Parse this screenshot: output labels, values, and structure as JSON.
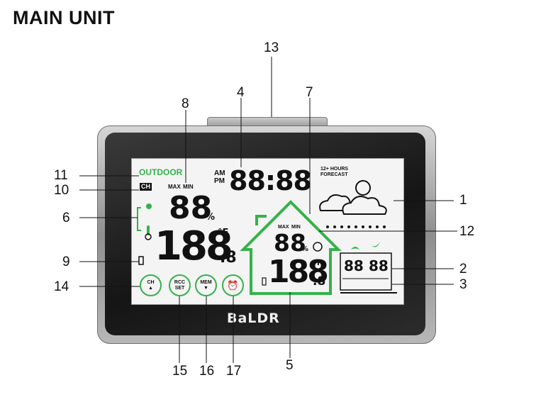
{
  "title": "MAIN UNIT",
  "brand": "BaLDR",
  "screen": {
    "outdoor_label": "OUTDOOR",
    "ch_label": "CH",
    "max_label": "MAX",
    "min_label": "MIN",
    "hum_outdoor": "88",
    "temp_outdoor": "188",
    "temp_outdoor_decimal": ".8",
    "am": "AM",
    "pm": "PM",
    "time": "88:88",
    "forecast_line1": "12+ HOURS",
    "forecast_line2": "FORECAST",
    "indoor_max": "MAX",
    "indoor_min": "MIN",
    "hum_indoor": "88",
    "temp_indoor": "188",
    "temp_indoor_decimal": ".8",
    "percent": "%",
    "deg_unit": "°F",
    "date_digits": "88",
    "date_digits_2": "88"
  },
  "buttons": [
    {
      "line1": "CH",
      "line2": "▲"
    },
    {
      "line1": "RCC",
      "line2": "SET"
    },
    {
      "line1": "MEM",
      "line2": "▼"
    },
    {
      "line1": "⏰",
      "line2": ""
    }
  ],
  "callouts": [
    "1",
    "2",
    "3",
    "4",
    "5",
    "6",
    "7",
    "8",
    "9",
    "10",
    "11",
    "12",
    "13",
    "14",
    "15",
    "16",
    "17"
  ],
  "colors": {
    "accent": "#34b24a",
    "frame": "#a9a9a9",
    "bezel": "#1e1e1e"
  }
}
